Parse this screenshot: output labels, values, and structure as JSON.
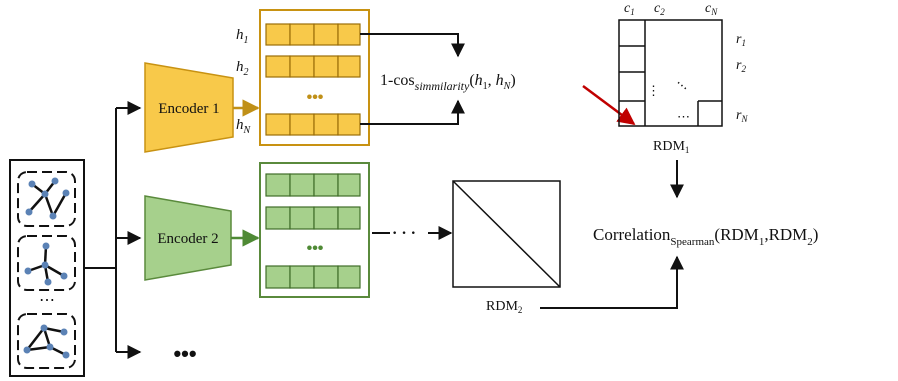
{
  "encoders": [
    {
      "label": "Encoder 1",
      "fill": "#f8c94a",
      "stroke": "#c89212",
      "arrow": "#c09018"
    },
    {
      "label": "Encoder 2",
      "fill": "#a6d08c",
      "stroke": "#5a8a3c",
      "arrow": "#4f8a35"
    }
  ],
  "embedding_labels": [
    {
      "var": "h",
      "sub": "1"
    },
    {
      "var": "h",
      "sub": "2"
    },
    {
      "var": "h",
      "sub": "N"
    }
  ],
  "ellipsis": "⋯",
  "more_encoders": "•••",
  "cos_formula": {
    "prefix": "1-cos",
    "sub": "simmilarity",
    "args_open": "(",
    "a_var": "h",
    "a_sub": "1",
    "sep": ", ",
    "b_var": "h",
    "b_sub": "N",
    "args_close": ")"
  },
  "rdm1": {
    "cols": [
      {
        "var": "c",
        "sub": "1"
      },
      {
        "var": "c",
        "sub": "2"
      },
      {
        "var": "c",
        "sub": "N"
      }
    ],
    "rows": [
      {
        "var": "r",
        "sub": "1"
      },
      {
        "var": "r",
        "sub": "2"
      },
      {
        "var": "r",
        "sub": "N"
      }
    ],
    "label": {
      "base": "RDM",
      "sub": "1"
    }
  },
  "rdm2": {
    "label": {
      "base": "RDM",
      "sub": "2"
    },
    "dots": "· · ·"
  },
  "correlation": {
    "base": "Correlation",
    "sub": "Spearman",
    "args": "(RDM",
    "a_sub": "1",
    "comma": ",RDM",
    "b_sub": "2",
    "close": ")"
  },
  "colors": {
    "red_arrow": "#c00000",
    "line": "#111111",
    "cell_yellow": "#f8c94a",
    "cell_green": "#a6d08c",
    "node": "#5b82b5"
  }
}
